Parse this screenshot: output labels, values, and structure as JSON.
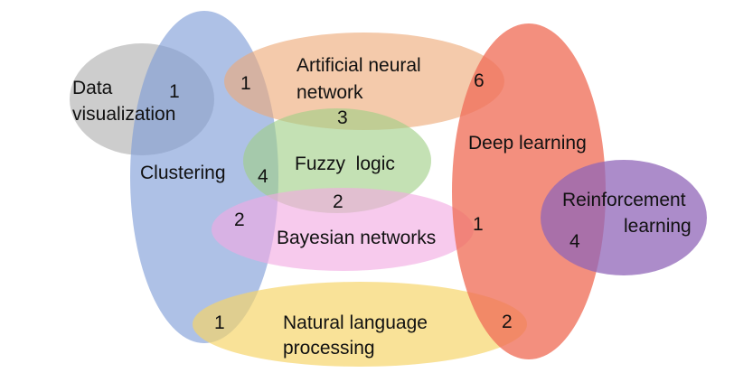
{
  "diagram": {
    "sets": [
      {
        "id": "data-visualization",
        "lines": [
          "Data",
          "visualization"
        ],
        "color": "#b5b5b5"
      },
      {
        "id": "clustering",
        "lines": [
          "Clustering"
        ],
        "color": "#7d9bd6"
      },
      {
        "id": "artificial-neural-network",
        "lines": [
          "Artificial neural",
          "network"
        ],
        "color": "#eeaa78"
      },
      {
        "id": "fuzzy-logic",
        "lines": [
          "Fuzzy  logic"
        ],
        "color": "#9fce86"
      },
      {
        "id": "bayesian-networks",
        "lines": [
          "Bayesian networks"
        ],
        "color": "#f2a9e2"
      },
      {
        "id": "natural-language-processing",
        "lines": [
          "Natural language",
          "processing"
        ],
        "color": "#f6d467"
      },
      {
        "id": "deep-learning",
        "lines": [
          "Deep learning"
        ],
        "color": "#f0705a"
      },
      {
        "id": "reinforcement-learning",
        "lines": [
          "Reinforcement",
          "learning"
        ],
        "color": "#9066b8"
      }
    ],
    "overlaps": [
      {
        "id": "dataviz-clustering",
        "sets": [
          "data-visualization",
          "clustering"
        ],
        "count": "1"
      },
      {
        "id": "clustering-ann",
        "sets": [
          "clustering",
          "artificial-neural-network"
        ],
        "count": "1"
      },
      {
        "id": "ann-deep",
        "sets": [
          "artificial-neural-network",
          "deep-learning"
        ],
        "count": "6"
      },
      {
        "id": "ann-fuzzy",
        "sets": [
          "artificial-neural-network",
          "fuzzy-logic"
        ],
        "count": "3"
      },
      {
        "id": "clustering-fuzzy",
        "sets": [
          "clustering",
          "fuzzy-logic"
        ],
        "count": "4"
      },
      {
        "id": "fuzzy-bayes",
        "sets": [
          "fuzzy-logic",
          "bayesian-networks"
        ],
        "count": "2"
      },
      {
        "id": "clustering-bayes",
        "sets": [
          "clustering",
          "bayesian-networks"
        ],
        "count": "2"
      },
      {
        "id": "bayes-deep",
        "sets": [
          "bayesian-networks",
          "deep-learning"
        ],
        "count": "1"
      },
      {
        "id": "deep-reinforcement",
        "sets": [
          "deep-learning",
          "reinforcement-learning"
        ],
        "count": "4"
      },
      {
        "id": "clustering-nlp",
        "sets": [
          "clustering",
          "natural-language-processing"
        ],
        "count": "1"
      },
      {
        "id": "nlp-deep",
        "sets": [
          "natural-language-processing",
          "deep-learning"
        ],
        "count": "2"
      }
    ]
  }
}
